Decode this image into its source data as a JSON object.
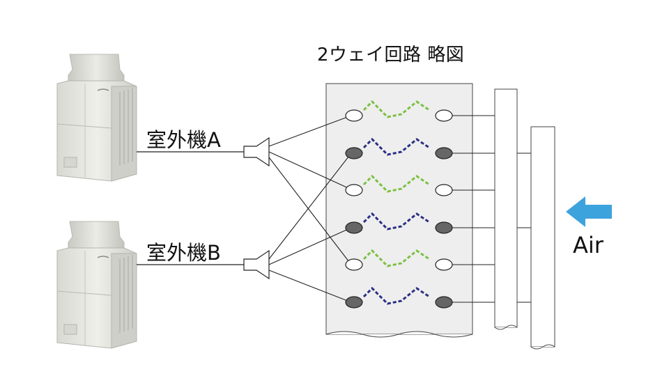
{
  "diagram": {
    "title": "2ウェイ回路 略図",
    "outdoor_units": [
      {
        "id": "A",
        "label": "室外機A"
      },
      {
        "id": "B",
        "label": "室外機B"
      }
    ],
    "air_label": "Air",
    "circuit_rows": [
      {
        "circuit": "A",
        "tube_color": "#7cc142",
        "node_fill": "#ffffff"
      },
      {
        "circuit": "B",
        "tube_color": "#2b2f85",
        "node_fill": "#666666"
      },
      {
        "circuit": "A",
        "tube_color": "#7cc142",
        "node_fill": "#ffffff"
      },
      {
        "circuit": "B",
        "tube_color": "#2b2f85",
        "node_fill": "#666666"
      },
      {
        "circuit": "A",
        "tube_color": "#7cc142",
        "node_fill": "#ffffff"
      },
      {
        "circuit": "B",
        "tube_color": "#2b2f85",
        "node_fill": "#666666"
      }
    ],
    "colors": {
      "coil_panel": "#eeeeee",
      "unit_body": "#e8e8e2",
      "air_arrow": "#3da3dc",
      "line": "#222222"
    }
  }
}
